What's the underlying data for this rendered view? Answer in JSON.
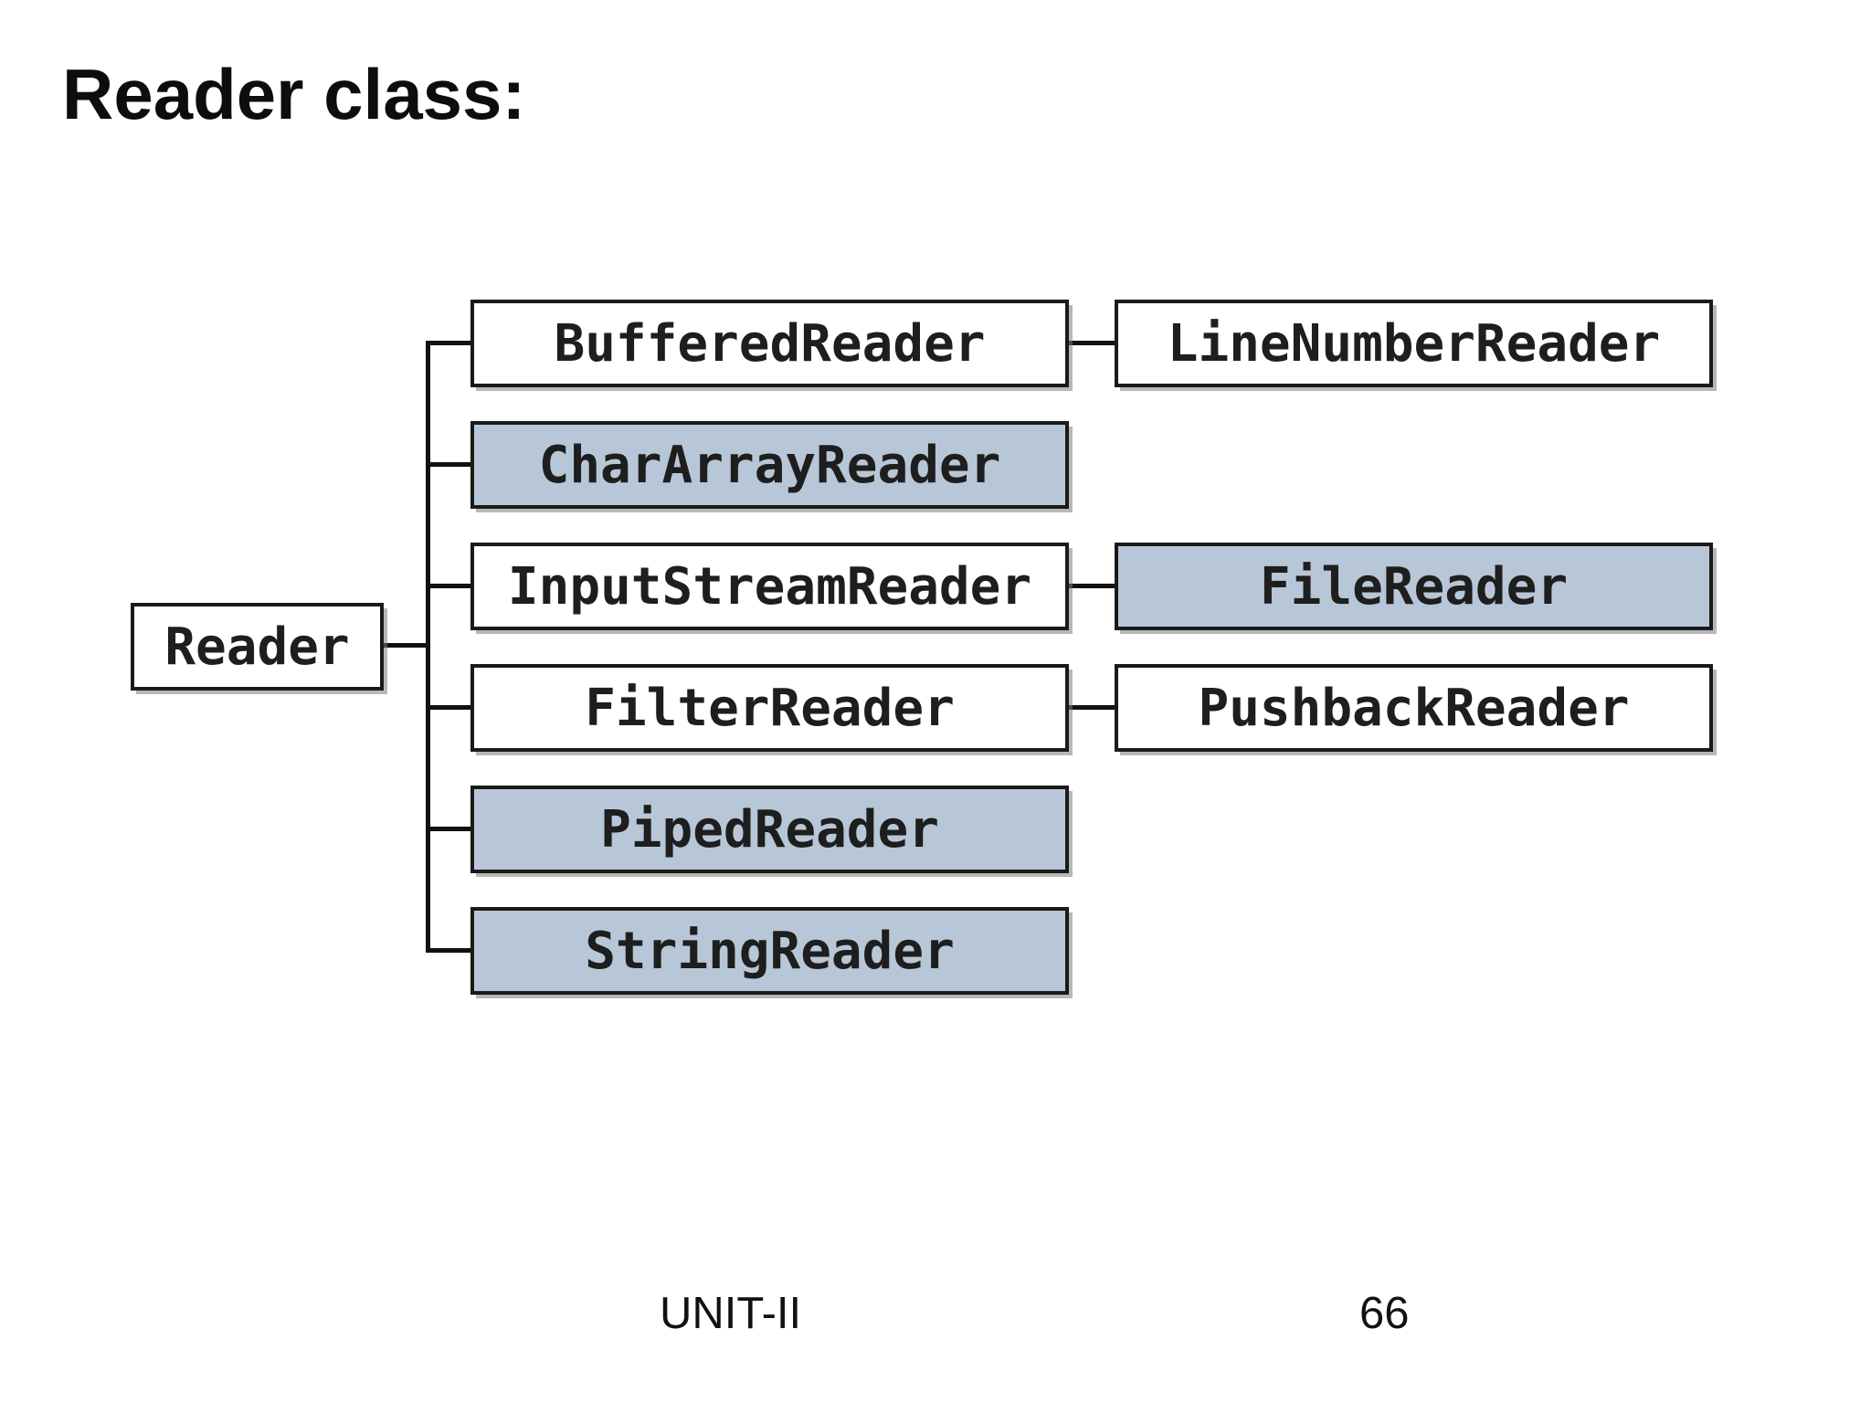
{
  "title": "Reader class:",
  "diagram": {
    "root": {
      "label": "Reader",
      "highlighted": false
    },
    "level1": [
      {
        "label": "BufferedReader",
        "highlighted": false
      },
      {
        "label": "CharArrayReader",
        "highlighted": true
      },
      {
        "label": "InputStreamReader",
        "highlighted": false
      },
      {
        "label": "FilterReader",
        "highlighted": false
      },
      {
        "label": "PipedReader",
        "highlighted": true
      },
      {
        "label": "StringReader",
        "highlighted": true
      }
    ],
    "level2": [
      {
        "label": "LineNumberReader",
        "highlighted": false,
        "parent": "BufferedReader"
      },
      {
        "label": "FileReader",
        "highlighted": true,
        "parent": "InputStreamReader"
      },
      {
        "label": "PushbackReader",
        "highlighted": false,
        "parent": "FilterReader"
      }
    ]
  },
  "colors": {
    "highlight_fill": "#b8c7d7",
    "box_fill": "#ffffff",
    "box_border": "#1a1a1a",
    "connector": "#111111",
    "text": "#1e1e1e"
  },
  "footer": {
    "section": "UNIT-II",
    "page_number": "66"
  }
}
